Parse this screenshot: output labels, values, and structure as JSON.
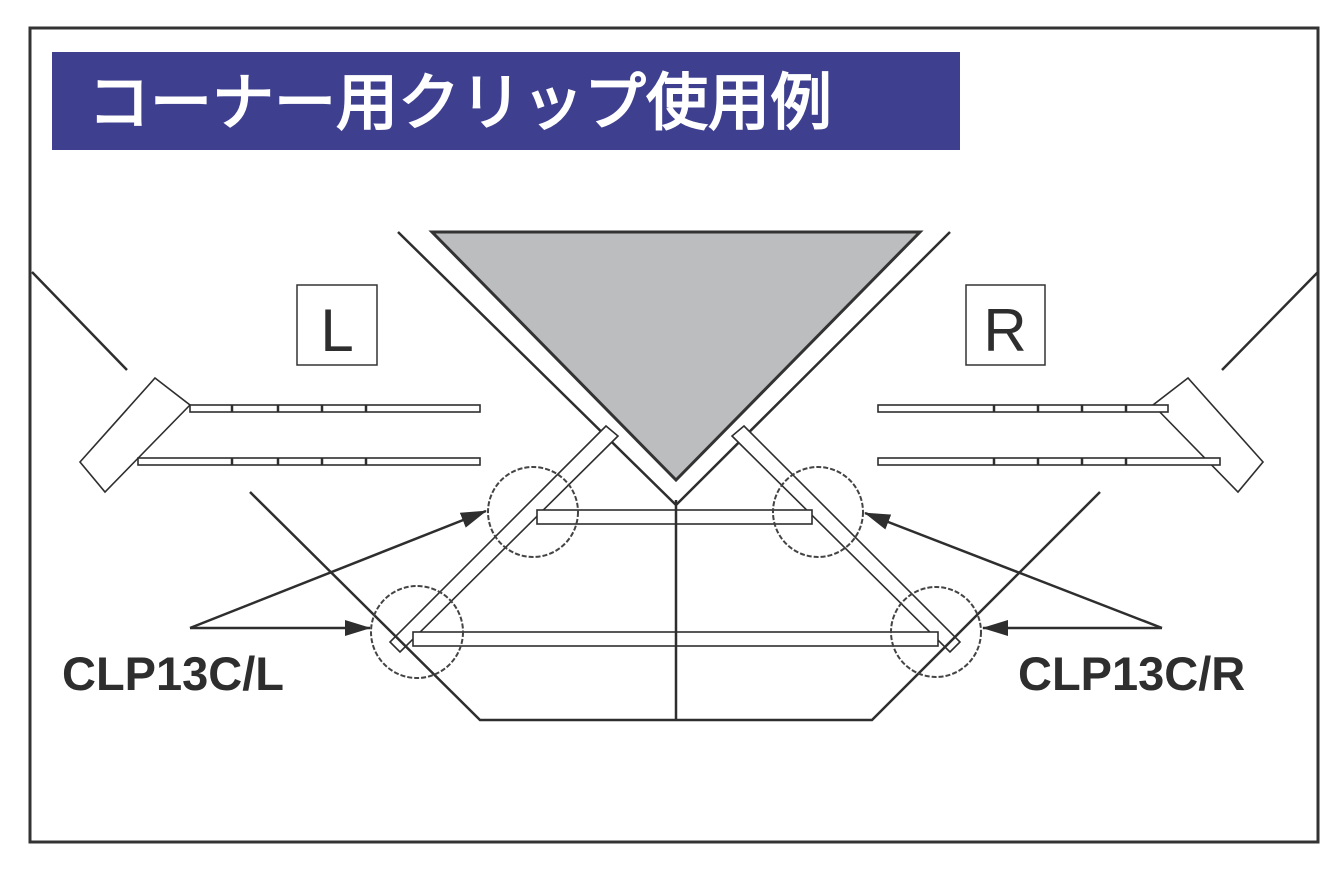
{
  "title": "コーナー用クリップ使用例",
  "side_labels": {
    "left": "L",
    "right": "R"
  },
  "callouts": {
    "left": "CLP13C/L",
    "right": "CLP13C/R"
  },
  "colors": {
    "banner": "#3e3f8f",
    "banner_text": "#ffffff",
    "corner_fill": "#bcbdbf",
    "line": "#2e2e2e"
  }
}
